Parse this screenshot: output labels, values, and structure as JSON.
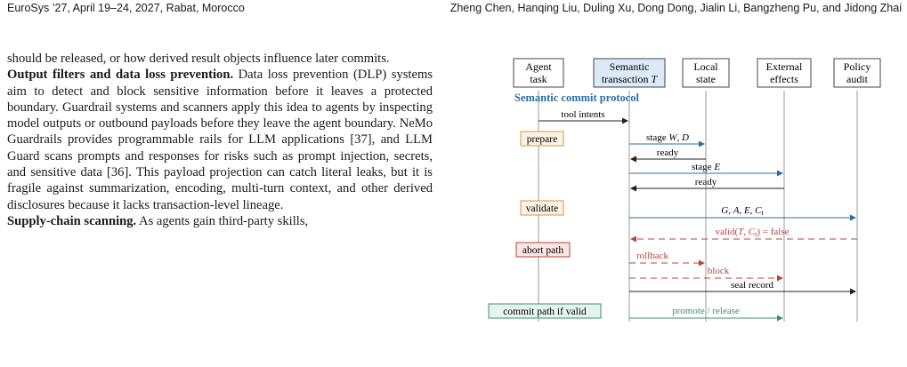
{
  "header": {
    "venue": "EuroSys ’27, April 19–24, 2027, Rabat, Morocco",
    "authors": "Zheng Chen, Hanqing Liu, Duling Xu, Dong Dong, Jialin Li, Bangzheng Pu, and Jidong Zhai"
  },
  "body": {
    "p1": "should be released, or how derived result objects influence later commits.",
    "p2_title": "Output filters and data loss prevention.",
    "p2": " Data loss prevention (DLP) systems aim to detect and block sensitive information before it leaves a protected boundary. Guardrail systems and scanners apply this idea to agents by inspecting model outputs or outbound payloads before they leave the agent boundary. NeMo Guardrails provides programmable rails for LLM applications [37], and LLM Guard scans prompts and responses for risks such as prompt injection, secrets, and sensitive data [36]. This payload projection can catch literal leaks, but it is fragile against summarization, encoding, multi-turn context, and other derived disclosures because it lacks transaction-level lineage.",
    "p3_title": "Supply-chain scanning.",
    "p3": " As agents gain third-party skills,"
  },
  "figure": {
    "lanes": [
      {
        "line1": "Agent",
        "line2": "task"
      },
      {
        "line1": "Semantic",
        "line2": "transaction T"
      },
      {
        "line1": "Local",
        "line2": "state"
      },
      {
        "line1": "External",
        "line2": "effects"
      },
      {
        "line1": "Policy",
        "line2": "audit"
      }
    ],
    "protocol_title": "Semantic commit protocol",
    "phases": [
      "prepare",
      "validate",
      "abort path",
      "commit path if valid"
    ],
    "messages": {
      "tool_intents": "tool intents",
      "stage_wd": "stage W, D",
      "ready1": "ready",
      "stage_e": "stage E",
      "ready2": "ready",
      "gaec": "G, A, E, C_t",
      "valid_false": "valid(T, C_t) = false",
      "rollback": "rollback",
      "block": "block",
      "seal": "seal record",
      "promote": "promote / release"
    },
    "colors": {
      "blue": "#2e6da4",
      "red": "#b5453a",
      "green": "#3a8f78",
      "dark": "#222222",
      "lane_fill_highlight": "#dce9f7"
    }
  }
}
